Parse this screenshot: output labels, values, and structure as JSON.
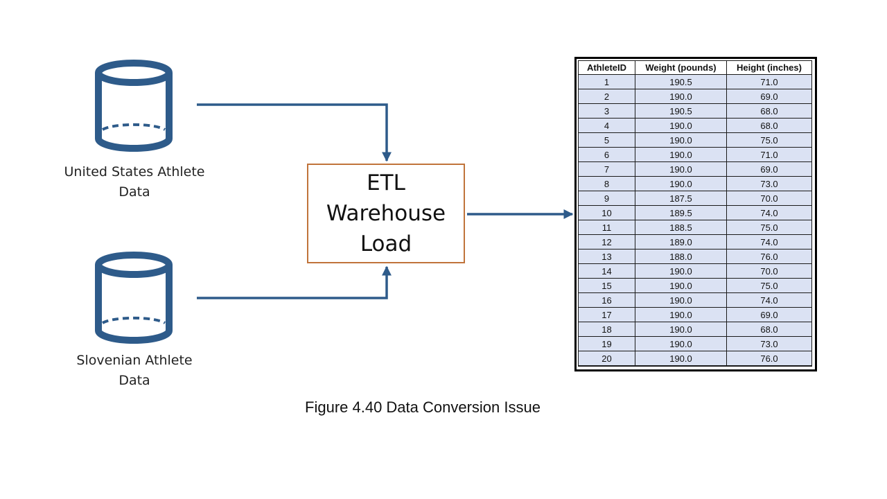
{
  "sources": {
    "us": {
      "line1": "United States Athlete",
      "line2": "Data",
      "icon": "database-icon"
    },
    "slovenian": {
      "line1": "Slovenian Athlete",
      "line2": "Data",
      "icon": "database-icon"
    }
  },
  "process": {
    "line1": "ETL",
    "line2": "Warehouse",
    "line3": "Load"
  },
  "table": {
    "headers": [
      "AthleteID",
      "Weight (pounds)",
      "Height (inches)"
    ],
    "rows": [
      [
        "1",
        "190.5",
        "71.0"
      ],
      [
        "2",
        "190.0",
        "69.0"
      ],
      [
        "3",
        "190.5",
        "68.0"
      ],
      [
        "4",
        "190.0",
        "68.0"
      ],
      [
        "5",
        "190.0",
        "75.0"
      ],
      [
        "6",
        "190.0",
        "71.0"
      ],
      [
        "7",
        "190.0",
        "69.0"
      ],
      [
        "8",
        "190.0",
        "73.0"
      ],
      [
        "9",
        "187.5",
        "70.0"
      ],
      [
        "10",
        "189.5",
        "74.0"
      ],
      [
        "11",
        "188.5",
        "75.0"
      ],
      [
        "12",
        "189.0",
        "74.0"
      ],
      [
        "13",
        "188.0",
        "76.0"
      ],
      [
        "14",
        "190.0",
        "70.0"
      ],
      [
        "15",
        "190.0",
        "75.0"
      ],
      [
        "16",
        "190.0",
        "74.0"
      ],
      [
        "17",
        "190.0",
        "69.0"
      ],
      [
        "18",
        "190.0",
        "68.0"
      ],
      [
        "19",
        "190.0",
        "73.0"
      ],
      [
        "20",
        "190.0",
        "76.0"
      ]
    ]
  },
  "caption": "Figure 4.40 Data Conversion Issue",
  "colors": {
    "database": "#2e5b8a",
    "arrow": "#2e5b8a",
    "process_border": "#c0733a",
    "table_cell": "#dbe2f3"
  }
}
